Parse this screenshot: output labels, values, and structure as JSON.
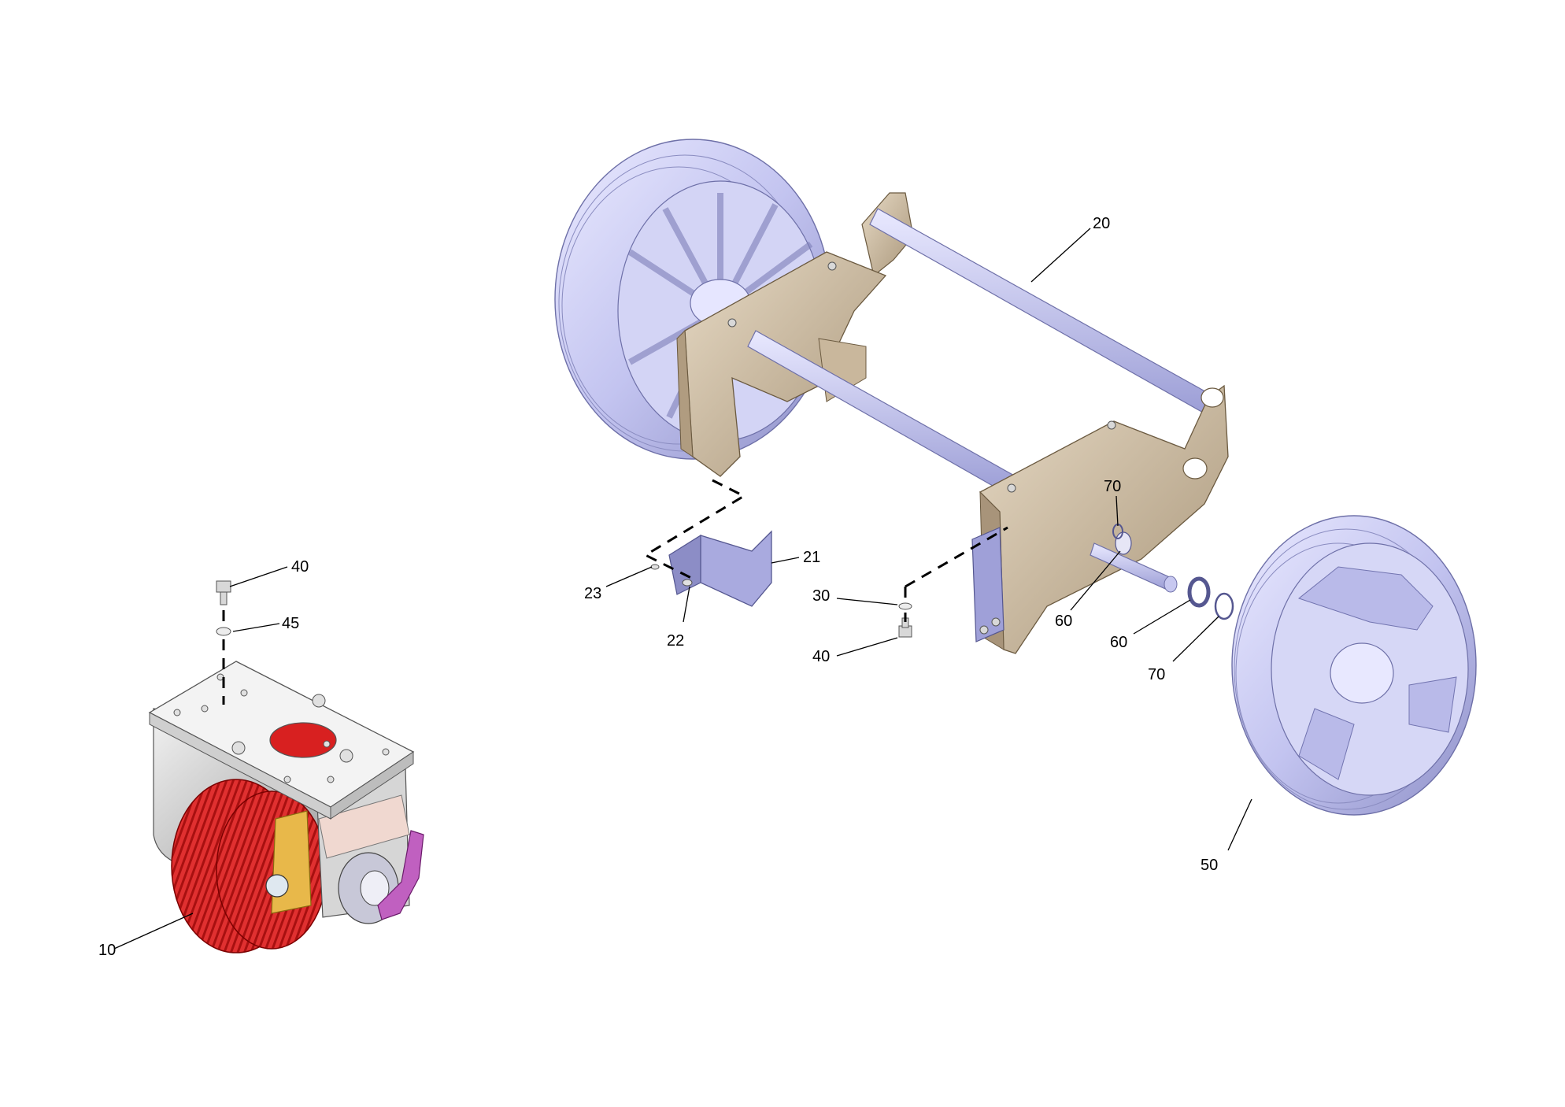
{
  "diagram": {
    "type": "exploded-parts-view",
    "parts": [
      {
        "key": "drive_unit",
        "label": "10"
      },
      {
        "key": "frame",
        "label": "20"
      },
      {
        "key": "bracket",
        "label": "21"
      },
      {
        "key": "bracket_bolt",
        "label": "22"
      },
      {
        "key": "bracket_washer",
        "label": "23"
      },
      {
        "key": "washer_right",
        "label": "30"
      },
      {
        "key": "bolt_left",
        "label": "40"
      },
      {
        "key": "bolt_right",
        "label": "40"
      },
      {
        "key": "washer_left",
        "label": "45"
      },
      {
        "key": "wheel",
        "label": "50"
      },
      {
        "key": "washer_axle",
        "label": "60"
      },
      {
        "key": "washer_loose",
        "label": "60"
      },
      {
        "key": "circlip_axle",
        "label": "70"
      },
      {
        "key": "circlip_loose",
        "label": "70"
      }
    ],
    "colors": {
      "frame": "#c9b79c",
      "wheel": "#c7c8f0",
      "drive_tread": "#e02020",
      "gear": "#e8b84a",
      "housing": "#d0d0d0",
      "brake_lever": "#c060c0"
    }
  }
}
